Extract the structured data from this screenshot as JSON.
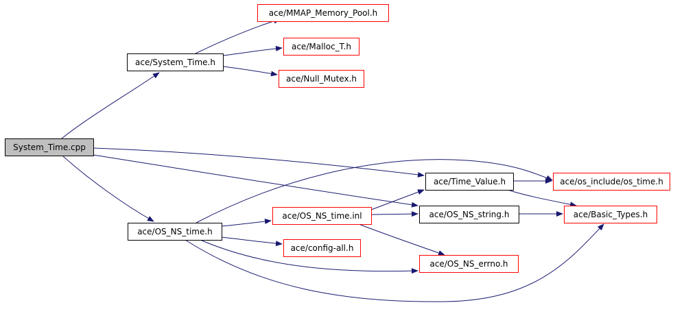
{
  "diagram": {
    "type": "include-dependency-graph",
    "nodes": [
      {
        "id": "system_time_cpp",
        "label": "System_Time.cpp",
        "style": "root"
      },
      {
        "id": "system_time_h",
        "label": "ace/System_Time.h",
        "style": "black"
      },
      {
        "id": "mmap_memory_pool_h",
        "label": "ace/MMAP_Memory_Pool.h",
        "style": "red"
      },
      {
        "id": "malloc_t_h",
        "label": "ace/Malloc_T.h",
        "style": "red"
      },
      {
        "id": "null_mutex_h",
        "label": "ace/Null_Mutex.h",
        "style": "red"
      },
      {
        "id": "os_ns_time_h",
        "label": "ace/OS_NS_time.h",
        "style": "black"
      },
      {
        "id": "os_ns_time_inl",
        "label": "ace/OS_NS_time.inl",
        "style": "red"
      },
      {
        "id": "config_all_h",
        "label": "ace/config-all.h",
        "style": "red"
      },
      {
        "id": "time_value_h",
        "label": "ace/Time_Value.h",
        "style": "black"
      },
      {
        "id": "os_ns_string_h",
        "label": "ace/OS_NS_string.h",
        "style": "black"
      },
      {
        "id": "os_ns_errno_h",
        "label": "ace/OS_NS_errno.h",
        "style": "red"
      },
      {
        "id": "os_time_h",
        "label": "ace/os_include/os_time.h",
        "style": "red"
      },
      {
        "id": "basic_types_h",
        "label": "ace/Basic_Types.h",
        "style": "red"
      }
    ],
    "edges": [
      {
        "from": "system_time_cpp",
        "to": "system_time_h"
      },
      {
        "from": "system_time_cpp",
        "to": "time_value_h"
      },
      {
        "from": "system_time_cpp",
        "to": "os_ns_string_h"
      },
      {
        "from": "system_time_cpp",
        "to": "os_ns_time_h"
      },
      {
        "from": "system_time_h",
        "to": "mmap_memory_pool_h"
      },
      {
        "from": "system_time_h",
        "to": "malloc_t_h"
      },
      {
        "from": "system_time_h",
        "to": "null_mutex_h"
      },
      {
        "from": "os_ns_time_h",
        "to": "os_ns_time_inl"
      },
      {
        "from": "os_ns_time_h",
        "to": "config_all_h"
      },
      {
        "from": "os_ns_time_h",
        "to": "os_ns_errno_h"
      },
      {
        "from": "os_ns_time_h",
        "to": "os_time_h"
      },
      {
        "from": "os_ns_time_h",
        "to": "basic_types_h"
      },
      {
        "from": "os_ns_time_inl",
        "to": "time_value_h"
      },
      {
        "from": "os_ns_time_inl",
        "to": "os_ns_string_h"
      },
      {
        "from": "os_ns_time_inl",
        "to": "os_ns_errno_h"
      },
      {
        "from": "time_value_h",
        "to": "os_time_h"
      },
      {
        "from": "time_value_h",
        "to": "basic_types_h"
      },
      {
        "from": "os_ns_string_h",
        "to": "basic_types_h"
      }
    ],
    "colors": {
      "root_fill": "#bfbfbf",
      "node_fill": "#ffffff",
      "black_border": "#000000",
      "red_border": "#ff0000",
      "edge": "#191970"
    }
  }
}
